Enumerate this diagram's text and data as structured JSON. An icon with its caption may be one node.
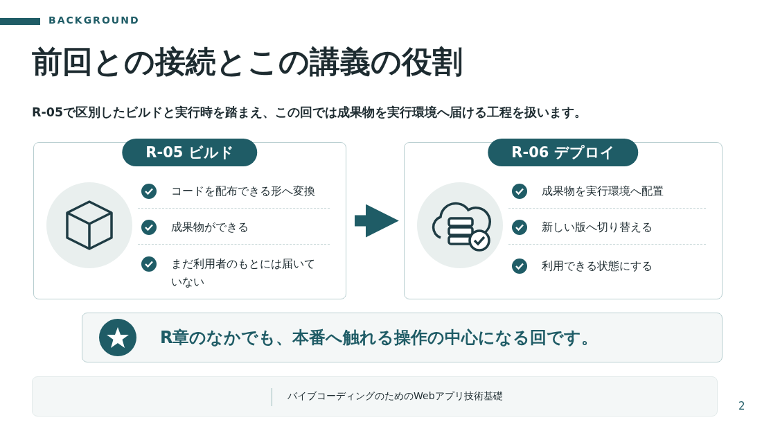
{
  "diagram": {
    "title": "前回との接続とこの講義の役割",
    "nodes": [
      {
        "text": [
          "R-05 ビルド",
          "コードを配布できる形へ変換",
          "成果物ができる",
          "まだ利用者のもとには届いていない"
        ]
      },
      {
        "text": [
          "R-06 デプロイ",
          "成果物を実行環境へ配置",
          "新しい版へ切り替える",
          "利用できる状態にする"
        ]
      },
      {
        "text": [
          "R章のなかでも、本番へ触れる操作の中心になる回です。"
        ]
      },
      {
        "text": [
          "バイブコーディングのためのWebアプリ技術基礎"
        ]
      }
    ],
    "edges": [
      {
        "from": 0,
        "to": 1,
        "arrow": "to"
      }
    ],
    "labels": [
      "BACKGROUND",
      "R-05で区別したビルドと実行時を踏まえ、この回では成果物を実行環境へ届ける工程を扱います。",
      "2"
    ]
  }
}
